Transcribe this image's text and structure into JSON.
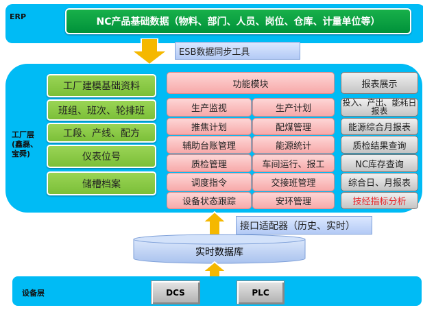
{
  "erp": {
    "label": "ERP",
    "nc_box": "NC产品基础数据（物料、部门、人员、岗位、仓库、计量单位等）"
  },
  "esb": "ESB数据同步工具",
  "factory": {
    "label": "工厂层\n(鑫磊、\n宝舜)",
    "base_data": [
      "工厂建模基础资料",
      "班组、班次、轮排班",
      "工段、产线、配方",
      "仪表位号",
      "储槽档案"
    ],
    "modules_title": "功能模块",
    "modules": [
      "生产监视",
      "生产计划",
      "推焦计划",
      "配煤管理",
      "辅助台账管理",
      "能源统计",
      "质检管理",
      "车间运行、报工",
      "调度指令",
      "交接班管理",
      "设备状态跟踪",
      "安环管理"
    ],
    "reports_title": "报表展示",
    "reports": [
      "投入、产出、能耗日报表",
      "能源综合月报表",
      "质检结果查询",
      "NC库存查询",
      "综合日、月报表",
      "技经指标分析"
    ]
  },
  "adapter": "接口适配器（历史、实时）",
  "rtdb": "实时数据库",
  "device": {
    "label": "设备层",
    "items": [
      "DCS",
      "PLC"
    ]
  },
  "colors": {
    "band": "#00bbf5",
    "highlight_red": "#e8262a",
    "arrow": "#f5b800"
  }
}
